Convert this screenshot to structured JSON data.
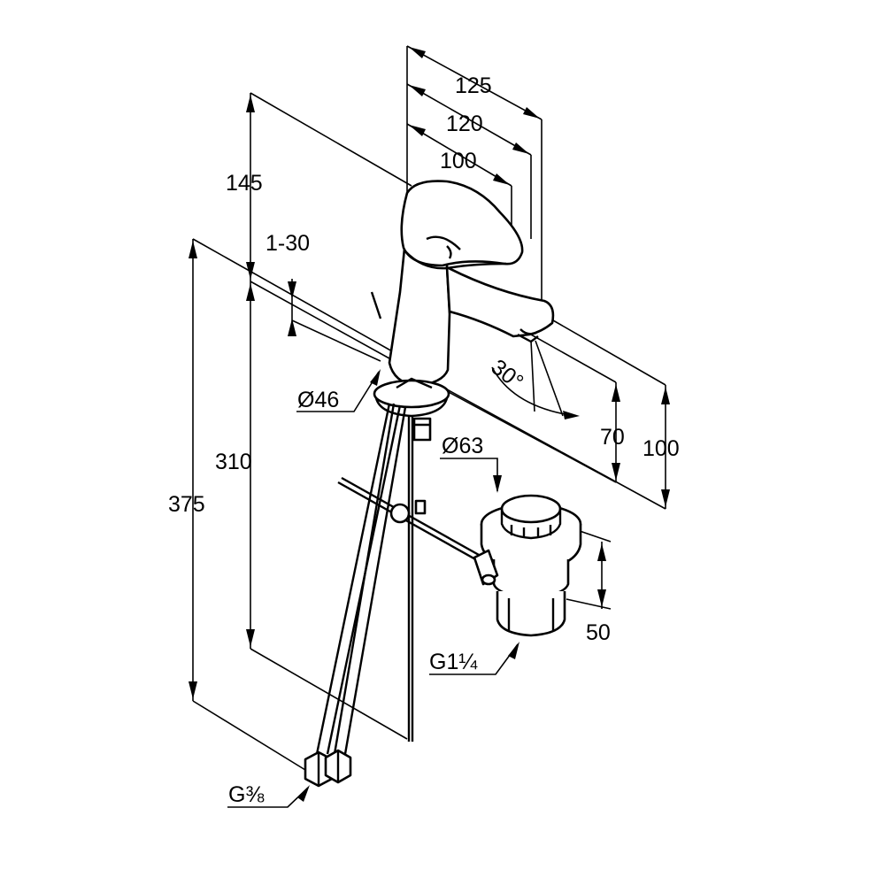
{
  "dimensions": {
    "width_outer": "125",
    "width_mid": "120",
    "width_inner": "100",
    "spout_height": "145",
    "lever_angle_range": "1-30",
    "base_diameter": "Ø46",
    "pipe_length": "310",
    "total_length": "375",
    "angle": "30°",
    "outlet_height": "70",
    "lever_height": "100",
    "waste_diameter": "Ø63",
    "waste_height": "50",
    "waste_thread": "G1¼",
    "supply_thread": "G⅜"
  }
}
